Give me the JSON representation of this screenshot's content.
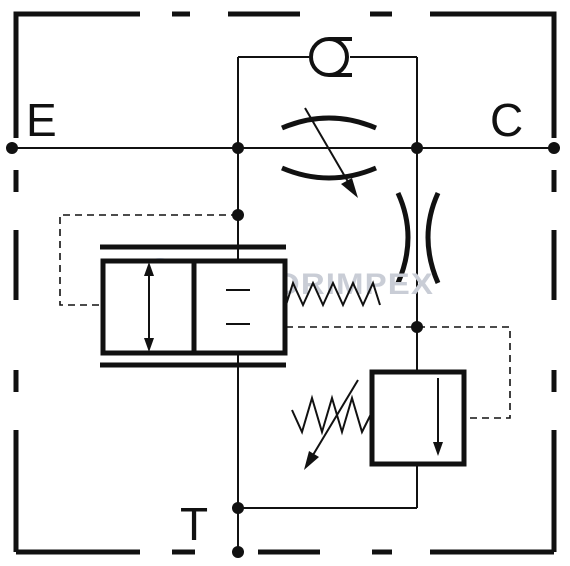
{
  "diagram": {
    "ports": {
      "left": "E",
      "right": "C",
      "bottom": "T"
    },
    "watermark": {
      "text": "MOTORIMPEX"
    },
    "colors": {
      "line": "#111111",
      "watermark_text": "#c9cdd6",
      "watermark_logo": "#b7c7e4"
    },
    "components": [
      "check-valve",
      "adjustable-throttle",
      "fixed-orifice",
      "two-position-spool-valve",
      "spring",
      "pressure-relief-valve",
      "adjustable-spring"
    ]
  }
}
